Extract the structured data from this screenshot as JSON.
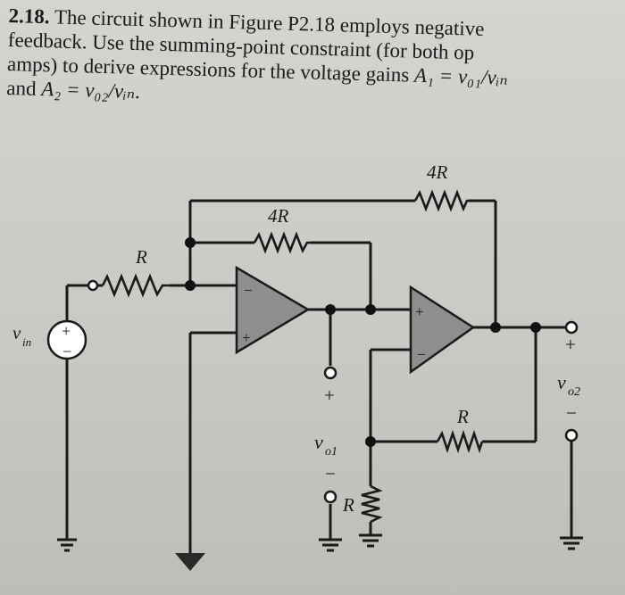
{
  "problem": {
    "number": "2.18.",
    "line1": "The circuit shown in Figure P2.18 employs negative",
    "line2": "feedback. Use the summing-point constraint (for both op",
    "line3_pre": "amps) to derive expressions for the voltage gains ",
    "line3_math": "A₁ = v₀₁/vᵢₙ",
    "line4_pre": "and ",
    "line4_math": "A₂ = v₀₂/vᵢₙ",
    "line4_post": "."
  },
  "circuit": {
    "resistors": {
      "input": "R",
      "feedback1": "4R",
      "feedback_outer": "4R",
      "feedback2": "R",
      "ground2": "R"
    },
    "source_label": "v",
    "source_sub": "in",
    "source_plus": "+",
    "source_minus": "−",
    "opamp1_minus": "−",
    "opamp1_plus": "+",
    "opamp2_plus": "+",
    "opamp2_minus": "−",
    "vo1_plus": "+",
    "vo1_label": "v",
    "vo1_sub": "o1",
    "vo1_minus": "−",
    "vo2_plus": "+",
    "vo2_label": "v",
    "vo2_sub": "o2",
    "vo2_minus": "−"
  }
}
